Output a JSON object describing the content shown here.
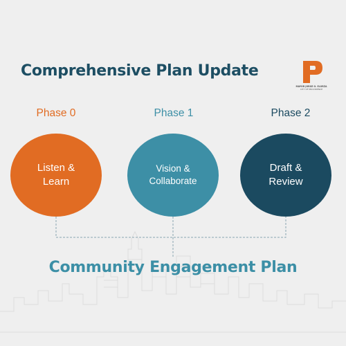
{
  "title": "Comprehensive Plan Update",
  "logo": {
    "letter": "P",
    "line1": "MAYOR JORGE O. ELORZA",
    "line2": "CITY OF PROVIDENCE"
  },
  "phases": [
    {
      "label": "Phase 0",
      "line1": "Listen &",
      "line2": "Learn"
    },
    {
      "label": "Phase 1",
      "line1": "Vision &",
      "line2": "Collaborate"
    },
    {
      "label": "Phase 2",
      "line1": "Draft &",
      "line2": "Review"
    }
  ],
  "bottom_title": "Community Engagement Plan",
  "colors": {
    "phase0": "#e16c23",
    "phase1": "#3d8fa6",
    "phase2": "#1b4a60",
    "title": "#1d4e63",
    "bottom_title": "#3c8fa6",
    "background": "#efefef"
  }
}
